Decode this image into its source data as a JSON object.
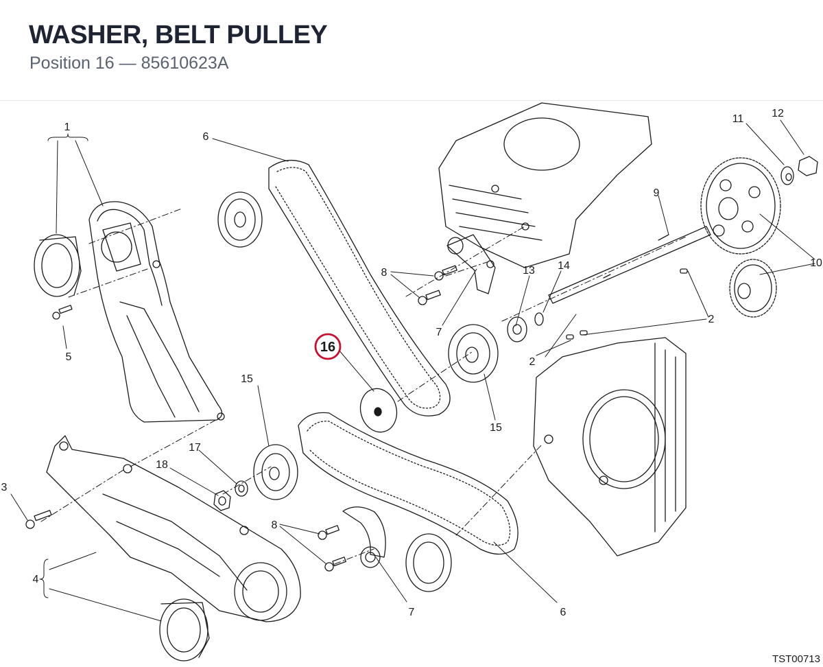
{
  "header": {
    "title": "WASHER, BELT PULLEY",
    "subtitle": "Position 16 — 85610623A"
  },
  "diagram": {
    "highlight_label": "16",
    "highlight_color": "#c8102e",
    "line_color": "#1a1a1a",
    "footer_code": "TST00713",
    "labels": {
      "l1": "1",
      "l2a": "2",
      "l2b": "2",
      "l3": "3",
      "l4": "4",
      "l5": "5",
      "l6a": "6",
      "l6b": "6",
      "l7a": "7",
      "l7b": "7",
      "l8a": "8",
      "l8b": "8",
      "l9": "9",
      "l10": "10",
      "l11": "11",
      "l12": "12",
      "l13": "13",
      "l14": "14",
      "l15a": "15",
      "l15b": "15",
      "l17": "17",
      "l18": "18"
    }
  }
}
